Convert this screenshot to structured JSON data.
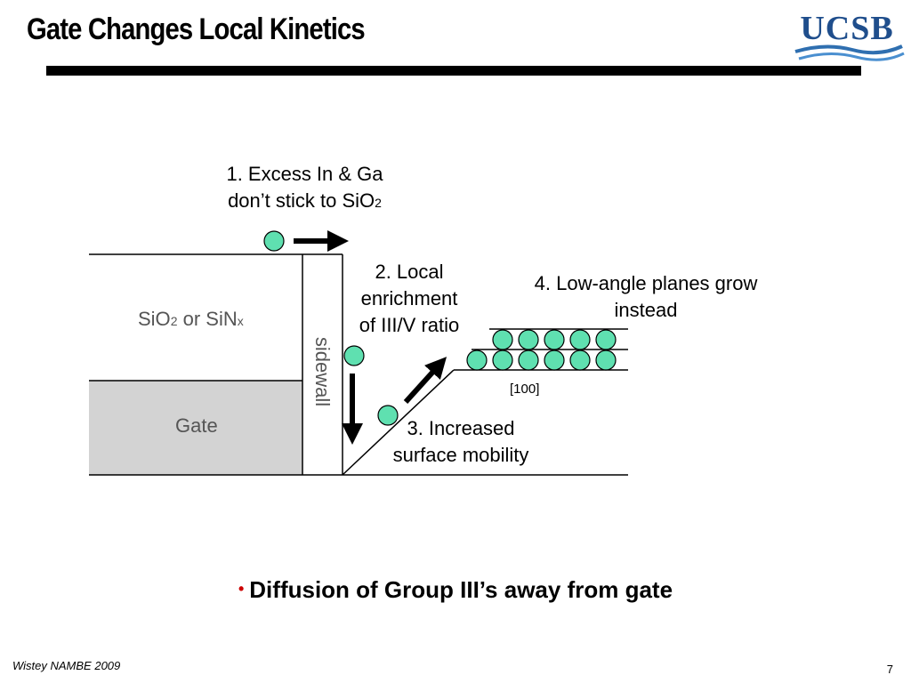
{
  "slide": {
    "title": "Gate Changes Local Kinetics",
    "logo_text": "UCSB",
    "footer": "Wistey NAMBE 2009",
    "page_number": "7",
    "bullet": "Diffusion of Group III’s away from gate"
  },
  "diagram": {
    "dielectric_label": "SiO",
    "dielectric_sub": "2",
    "dielectric_or": " or SiN",
    "dielectric_sub2": "x",
    "gate_label": "Gate",
    "sidewall_label": "sidewall",
    "direction_label": "[100]",
    "step1_line1": "1. Excess In & Ga",
    "step1_line2": "don’t stick to SiO",
    "step1_sub": "2",
    "step2_line1": "2. Local",
    "step2_line2": "enrichment",
    "step2_line3": "of III/V ratio",
    "step3_line1": "3. Increased",
    "step3_line2": "surface mobility",
    "step4_line1": "4. Low-angle planes grow",
    "step4_line2": "instead"
  },
  "colors": {
    "atom_fill": "#5fe0b0",
    "gate_fill": "#d3d3d3",
    "bullet_dot": "#cc0000",
    "logo_blue": "#1f4e8c"
  }
}
